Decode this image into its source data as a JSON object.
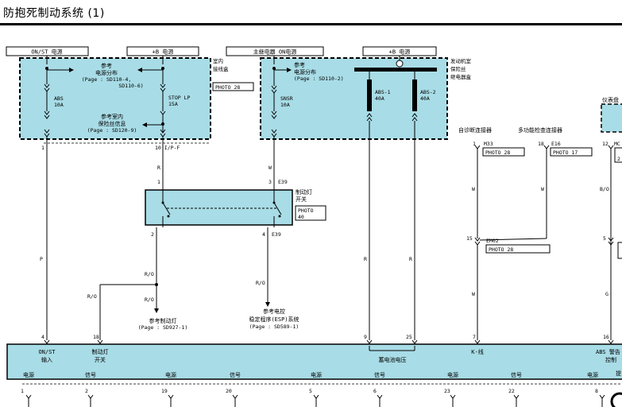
{
  "title": "防抱死制动系统 (1)",
  "power_labels": {
    "on_st": "ON/ST 电源",
    "b_plus_1": "+B 电源",
    "main_relay_on": "主继电器 ON电源",
    "b_plus_2": "+B 电源"
  },
  "indoor_box": {
    "name": "室内 接线盒",
    "name_line1": "室内",
    "name_line2": "接线盒",
    "photo": "PHOTO 28",
    "ref1_title": "参考",
    "ref1_sub": "电源分布",
    "ref1_page": "(Page : SD110-4,",
    "ref1_page2": "SD110-6)",
    "fuse_abs_name": "ABS",
    "fuse_abs_rating": "10A",
    "fuse_stop_name": "STOP LP",
    "fuse_stop_rating": "15A",
    "ref2_title": "参考室内",
    "ref2_sub": "保险丝信息",
    "ref2_page": "(Page : SD120-9)"
  },
  "engine_box": {
    "name_line1": "发动机室",
    "name_line2": "保险丝",
    "name_line3": "继电器盒",
    "ref_title": "参考",
    "ref_sub": "电源分布",
    "ref_page": "(Page : SD110-2)",
    "fuse_snsr_name": "SNSR",
    "fuse_snsr_rating": "10A",
    "fuse_abs1_name": "ABS-1",
    "fuse_abs1_rating": "40A",
    "fuse_abs2_name": "ABS-2",
    "fuse_abs2_rating": "40A"
  },
  "pins_top": {
    "p1": "1",
    "p10": "10 I/P-F",
    "dlc_1": "1",
    "e16_18": "18",
    "p12": "12"
  },
  "wires": {
    "R": "R",
    "W": "W",
    "P": "P",
    "RO": "R/O",
    "BO": "B/O",
    "G": "G"
  },
  "brake_switch": {
    "name_line1": "制动灯",
    "name_line2": "开关",
    "photo_line1": "PHOTO",
    "photo_line2": "40",
    "pin1": "1",
    "pin3": "3",
    "pin2": "2",
    "pin4": "4",
    "conn_top": "E39",
    "conn_bottom": "E39"
  },
  "refs": {
    "brake_lamp_title": "参考制动灯",
    "brake_lamp_page": "(Page : SD927-1)",
    "esp_title1": "参考电控",
    "esp_title2": "稳定程序(ESP)系统",
    "esp_page": "(Page : SD589-1)"
  },
  "connectors": {
    "self_diag": "自诊断连接器",
    "m33": "M33",
    "photo_m33": "PHOTO 28",
    "multi_check": "多功能检查连接器",
    "e16": "E16",
    "photo_e16": "PHOTO 17",
    "em02_pin": "15",
    "em02": "EM02",
    "photo_em02": "PHOTO 28",
    "cluster": "仪表盘",
    "mc": "MC",
    "p5": "5",
    "p2": "2"
  },
  "ecm_top": {
    "pins": [
      "4",
      "18",
      "9",
      "25",
      "7",
      "16"
    ],
    "on_st_input_1": "ON/ST",
    "on_st_input_2": "输入",
    "brake_sw_1": "制动灯",
    "brake_sw_2": "开关",
    "battery_voltage": "蓄电池电压",
    "k_line": "K-线",
    "abs_warn_1": "ABS 警告",
    "abs_warn_2": "控制"
  },
  "ecm_bottom": {
    "labels": [
      "电源",
      "信号",
      "电源",
      "信号",
      "电源",
      "信号",
      "电源",
      "信号",
      "电源"
    ],
    "pins": [
      "1",
      "2",
      "19",
      "20",
      "5",
      "6",
      "23",
      "22",
      "8"
    ],
    "partial": "提"
  }
}
